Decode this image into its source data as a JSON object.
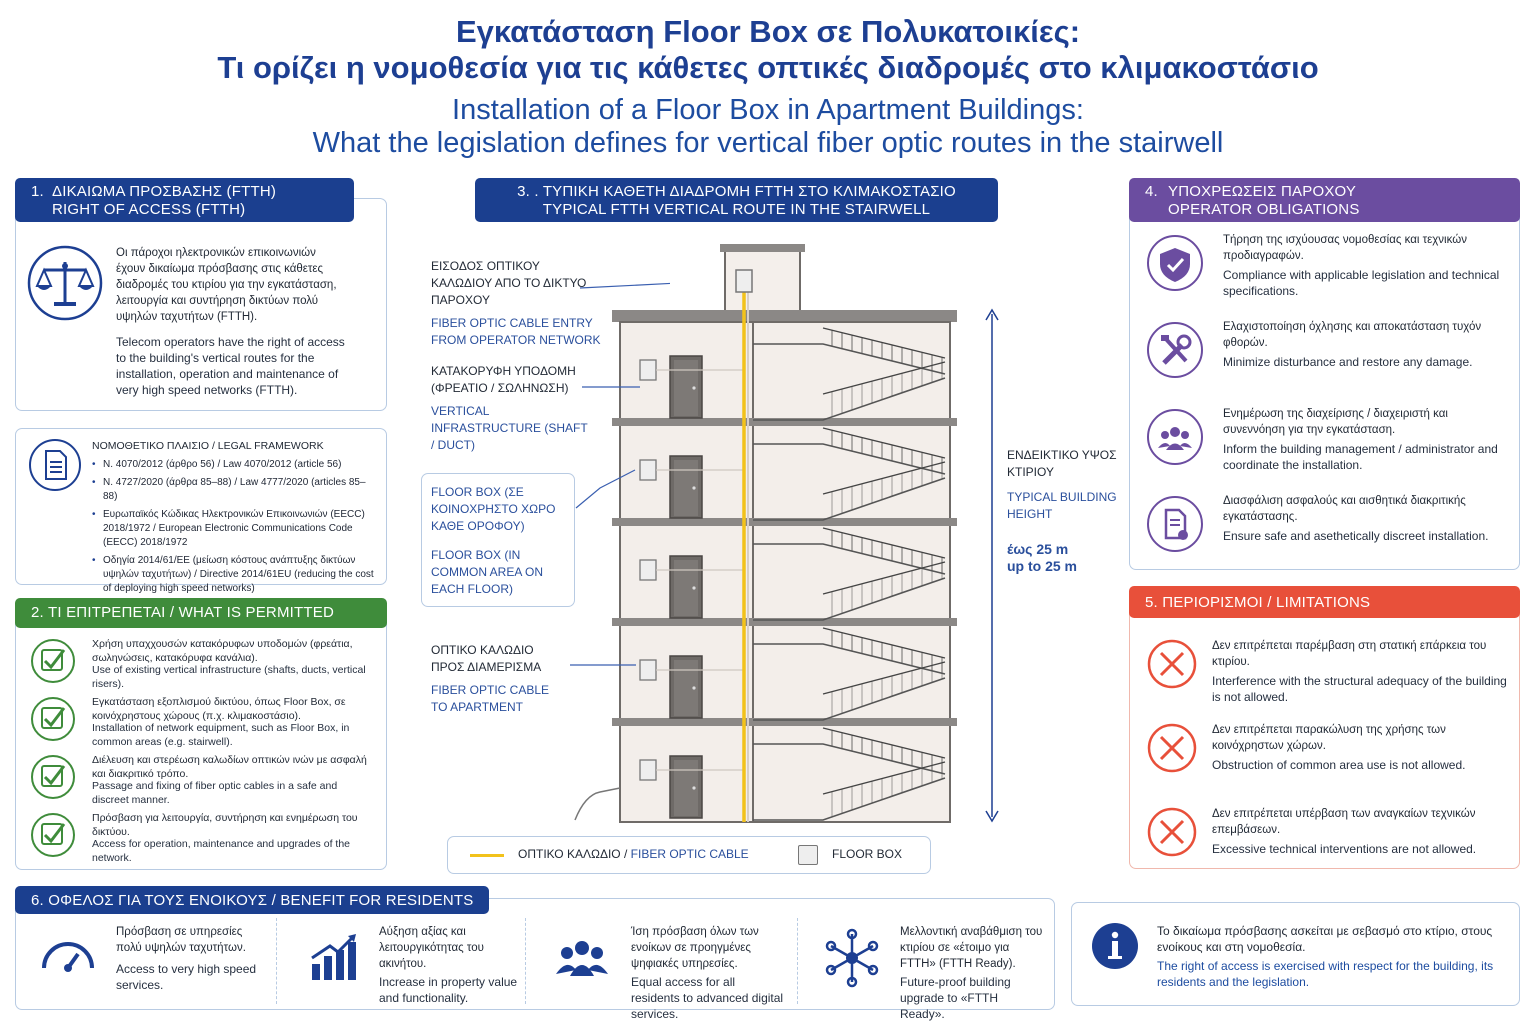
{
  "title": {
    "gr1": "Εγκατάσταση Floor Box σε Πολυκατοικίες:",
    "gr2": "Τι ορίζει η νομοθεσία για τις κάθετες οπτικές διαδρομές στο κλιμακοστάσιο",
    "en1": "Installation of a Floor Box in Apartment Buildings:",
    "en2": "What the legislation defines for vertical fiber optic routes in the stairwell"
  },
  "s1": {
    "num": "1.",
    "title_gr": "ΔΙΚΑΙΩΜΑ ΠΡΟΣΒΑΣΗΣ (FTTH)",
    "title_en": "RIGHT OF ACCESS (FTTH)",
    "gr": "Οι πάροχοι ηλεκτρονικών επικοινωνιών έχουν δικαίωμα πρόσβασης στις κάθετες διαδρομές του κτιρίου για την εγκατάσταση, λειτουργία και συντήρηση δικτύων πολύ υψηλών ταχυτήτων (FTTH).",
    "en": "Telecom operators have the right of access to the building's vertical routes for the installation, operation and maintenance of very high speed networks (FTTH)."
  },
  "legal": {
    "title": "ΝΟΜΟΘΕΤΙΚΟ ΠΛΑΙΣΙΟ / LEGAL FRAMEWORK",
    "items": [
      "Ν. 4070/2012 (άρθρο 56) / Law 4070/2012 (article 56)",
      "Ν. 4727/2020 (άρθρα 85–88) / Law 4777/2020 (articles 85–88)",
      "Ευρωπαϊκός Κώδικας Ηλεκτρονικών Επικοινωνιών (EECC) 2018/1972 / European Electronic Communications Code (EECC) 2018/1972",
      "Οδηγία 2014/61/ΕΕ (μείωση κόστους ανάπτυξης δικτύων υψηλών ταχυτήτων) / Directive 2014/61EU (reducing the cost of deploying high speed networks)"
    ]
  },
  "s2": {
    "title": "2. ΤΙ ΕΠΙΤΡΕΠΕΤΑΙ / WHAT IS PERMITTED",
    "items": [
      {
        "gr": "Χρήση υπαχχουσών κατακόρυφων υποδομών (φρεάτια, σωληνώσεις, κατακόρυφα κανάλια).",
        "en": "Use of existing vertical infrastructure (shafts, ducts, vertical risers)."
      },
      {
        "gr": "Εγκατάσταση εξοπλισμού δικτύου, όπως Floor Box, σε κοινόχρηστους χώρους (π.χ. κλιμακοστάσιο).",
        "en": "Installation of network equipment, such as Floor Box, in common areas (e.g. stairwell)."
      },
      {
        "gr": "Διέλευση και στερέωση καλωδίων οπτικών ινών με ασφαλή και διακριτικό τρόπο.",
        "en": "Passage and fixing of fiber optic cables in a safe and discreet manner."
      },
      {
        "gr": "Πρόσβαση για λειτουργία, συντήρηση και ενημέρωση του δικτύου.",
        "en": "Access for operation, maintenance and upgrades of the network."
      }
    ]
  },
  "s3": {
    "title_gr": "3. . ΤΥΠΙΚΗ ΚΑΘΕΤΗ ΔΙΑΔΡΟΜΗ FTTH ΣΤΟ ΚΛΙΜΑΚΟΣΤΑΣΙΟ",
    "title_en": "TYPICAL FTTH VERTICAL ROUTE IN THE STAIRWELL",
    "entry_gr": "ΕΙΣΟΔΟΣ ΟΠΤΙΚΟΥ ΚΑΛΩΔΙΟΥ ΑΠΟ ΤΟ ΔΙΚΤΥΟ ΠΑΡΟΧΟΥ",
    "entry_en": "FIBER OPTIC CABLE ENTRY FROM OPERATOR NETWORK",
    "vert_gr": "ΚΑΤΑΚΟΡΥΦΗ ΥΠΟΔΟΜΗ (ΦΡΕΑΤΙΟ / ΣΩΛΗΝΩΣΗ)",
    "vert_en": "VERTICAL INFRASTRUCTURE (SHAFT / DUCT)",
    "fb_gr": "FLOOR BOX (ΣΕ ΚΟΙΝΟΧΡΗΣΤΟ ΧΩΡΟ ΚΑΘΕ ΟΡΟΦΟΥ)",
    "fb_en": "FLOOR BOX (IN COMMON AREA ON EACH FLOOR)",
    "cable_gr": "ΟΠΤΙΚΟ ΚΑΛΩΔΙΟ ΠΡΟΣ ΔΙΑΜΕΡΙΣΜΑ",
    "cable_en": "FIBER OPTIC CABLE TO APARTMENT",
    "height_gr": "ΕΝΔΕΙΚΤΙΚΟ ΥΨΟΣ ΚΤΙΡΙΟΥ",
    "height_en": "TYPICAL BUILDING HEIGHT",
    "height_val_gr": "έως 25 m",
    "height_val_en": "up to 25 m",
    "legend_cable_gr": "ΟΠΤΙΚΟ ΚΑΛΩΔΙΟ /",
    "legend_cable_en": "FIBER OPTIC CABLE",
    "legend_box": "FLOOR BOX",
    "colors": {
      "fiber": "#f2c21b",
      "wall": "#f3eeea",
      "slab": "#8b8886",
      "accent": "#1d3f92"
    }
  },
  "s4": {
    "num": "4.",
    "title_gr": "ΥΠΟΧΡΕΩΣΕΙΣ ΠΑΡΟΧΟΥ",
    "title_en": "OPERATOR OBLIGATIONS",
    "items": [
      {
        "icon": "shield-check-icon",
        "gr": "Τήρηση της ισχύουσας νομοθεσίας και τεχνικών προδιαγραφών.",
        "en": "Compliance with applicable legislation and technical specifications."
      },
      {
        "icon": "tools-icon",
        "gr": "Ελαχιστοποίηση όχλησης και αποκατάσταση τυχόν φθορών.",
        "en": "Minimize disturbance and restore any damage."
      },
      {
        "icon": "people-icon",
        "gr": "Ενημέρωση της διαχείρισης / διαχειριστή και συνεννόηση για την εγκατάσταση.",
        "en": "Inform the building management / administrator and coordinate the installation."
      },
      {
        "icon": "document-check-icon",
        "gr": "Διασφάλιση ασφαλούς και αισθητικά διακριτικής εγκατάστασης.",
        "en": "Ensure safe and asethetically discreet installation."
      }
    ]
  },
  "s5": {
    "title": "5. ΠΕΡΙΟΡΙΣΜΟΙ / LIMITATIONS",
    "items": [
      {
        "gr": "Δεν επιτρέπεται παρέμβαση στη στατική επάρκεια του κτιρίου.",
        "en": "Interference with the structural adequacy of the building is not allowed."
      },
      {
        "gr": "Δεν επιτρέπεται παρακώλυση της χρήσης των κοινόχρηστων χώρων.",
        "en": "Obstruction of common area use is not allowed."
      },
      {
        "gr": "Δεν επιτρέπεται υπέρβαση των αναγκαίων τεχνικών επεμβάσεων.",
        "en": "Excessive technical interventions are not allowed."
      }
    ]
  },
  "s6": {
    "title": "6. ΟΦΕΛΟΣ ΓΙΑ ΤΟΥΣ ΕΝΟΙΚΟΥΣ / BENEFIT FOR RESIDENTS",
    "items": [
      {
        "icon": "speedometer-icon",
        "gr": "Πρόσβαση σε υπηρεσίες πολύ υψηλών ταχυτήτων.",
        "en": "Access to very high speed services."
      },
      {
        "icon": "growth-chart-icon",
        "gr": "Αύξηση αξίας και λειτουργικότητας του ακινήτου.",
        "en": "Increase in property value and functionality."
      },
      {
        "icon": "residents-icon",
        "gr": "Ίση πρόσβαση όλων των ενοίκων σε προηγμένες ψηφιακές υπηρεσίες.",
        "en": "Equal access for all residents to advanced digital services."
      },
      {
        "icon": "network-icon",
        "gr": "Μελλοντική αναβάθμιση του κτιρίου σε «έτοιμο για FTTH» (FTTH Ready).",
        "en": "Future-proof building upgrade to «FTTH Ready»."
      }
    ]
  },
  "note": {
    "gr": "Το δικαίωμα πρόσβασης ασκείται με σεβασμό στο κτίριο, στους ενοίκους και στη νομοθεσία.",
    "en": "The right of access is exercised with respect for the building, its residents and the legislation."
  }
}
